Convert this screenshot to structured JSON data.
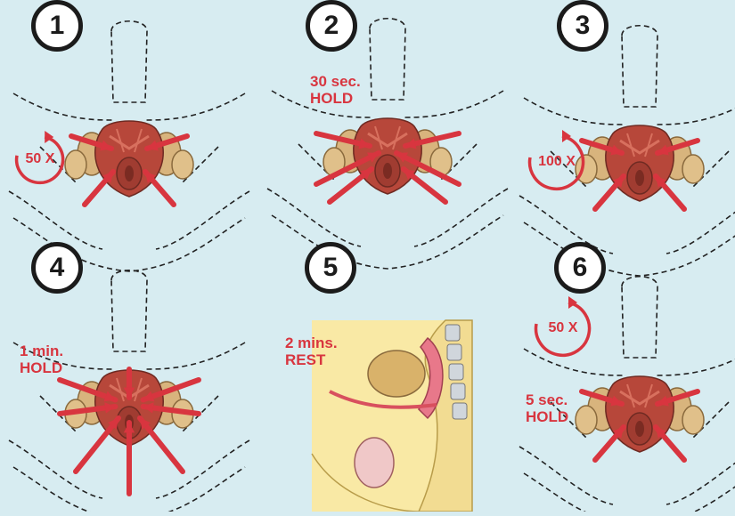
{
  "colors": {
    "background": "#d7ecf1",
    "accent": "#d8353f",
    "number_ring": "#1b1b1b",
    "muscle": "#b7473a",
    "bone": "#d8b47d",
    "skin": "#f9e9a5"
  },
  "panels": [
    {
      "number": "1",
      "label": "",
      "repeat": "50 X"
    },
    {
      "number": "2",
      "label": "30 sec.\nHOLD",
      "repeat": ""
    },
    {
      "number": "3",
      "label": "",
      "repeat": "100 X"
    },
    {
      "number": "4",
      "label": "1 min.\nHOLD",
      "repeat": ""
    },
    {
      "number": "5",
      "label": "2 mins.\nREST",
      "repeat": ""
    },
    {
      "number": "6",
      "label": "5 sec.\nHOLD",
      "repeat": "50 X"
    }
  ],
  "icons": {
    "repeat": "circular-arrow-icon",
    "step": "numbered-circle-icon"
  }
}
